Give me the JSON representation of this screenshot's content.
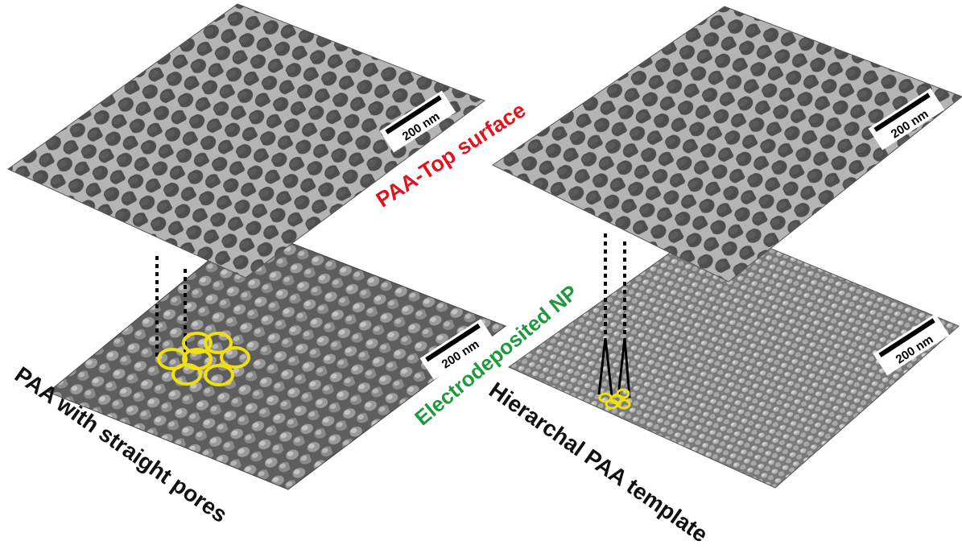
{
  "labels": {
    "top_surface": "PAA-Top surface",
    "electrodeposited": "Electrodeposited NP",
    "left_bottom": "PAA with straight pores",
    "right_bottom": "Hierarchal PAA template"
  },
  "scale_bars": [
    {
      "text": "200 nm"
    },
    {
      "text": "200 nm"
    },
    {
      "text": "200 nm"
    },
    {
      "text": "200 nm"
    }
  ],
  "colors": {
    "top_label": "#e0141e",
    "np_label": "#1e9a3c",
    "highlight": "#f0e010",
    "connector": "#000000"
  }
}
